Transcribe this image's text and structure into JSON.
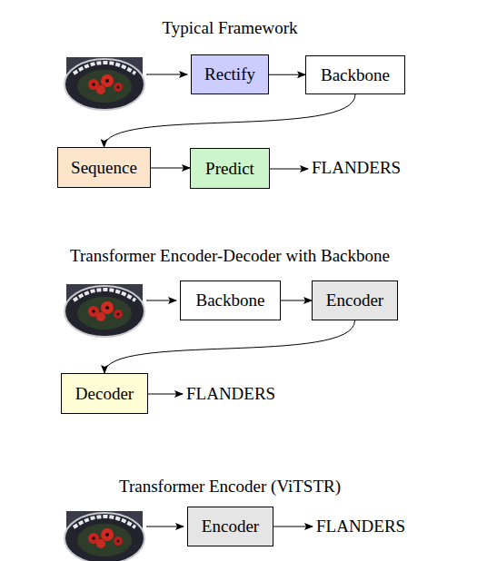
{
  "diagram": {
    "nodes": [
      {
        "text": [
          "Rectify"
        ]
      },
      {
        "text": [
          "Backbone"
        ]
      },
      {
        "text": [
          "Sequence"
        ]
      },
      {
        "text": [
          "Predict"
        ]
      },
      {
        "text": [
          "Backbone"
        ]
      },
      {
        "text": [
          "Encoder"
        ]
      },
      {
        "text": [
          "Decoder"
        ]
      },
      {
        "text": [
          "Encoder"
        ]
      }
    ],
    "edges": [
      {
        "from": 0,
        "to": 1,
        "arrow": "to"
      },
      {
        "from": 1,
        "to": 2,
        "arrow": "to"
      },
      {
        "from": 2,
        "to": 3,
        "arrow": "to"
      },
      {
        "from": 4,
        "to": 5,
        "arrow": "to"
      },
      {
        "from": 5,
        "to": 6,
        "arrow": "to"
      }
    ],
    "labels": [
      "Typical Framework",
      "FLANDERS",
      "Transformer Encoder-Decoder with Backbone",
      "FLANDERS",
      "Transformer Encoder (ViTSTR)",
      "FLANDERS"
    ]
  }
}
